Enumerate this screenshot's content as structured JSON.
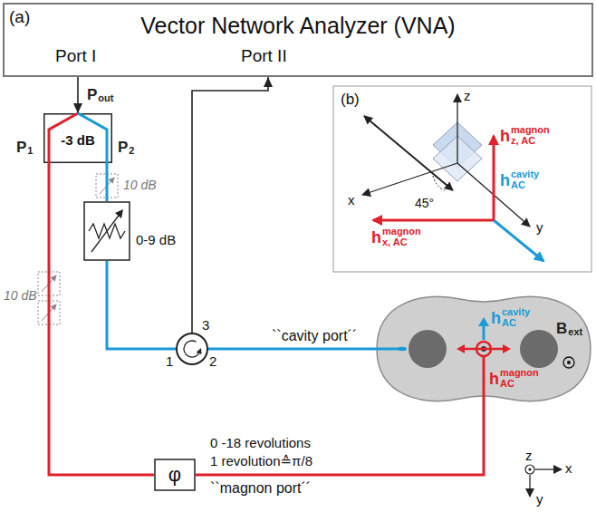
{
  "diagram": {
    "nodes": [
      {
        "text": [
          "Vector Network Analyzer (VNA)",
          "Port I",
          "Port II"
        ]
      },
      {
        "text": [
          "-3 dB"
        ]
      },
      {
        "text": [
          "0-9 dB"
        ]
      },
      {
        "text": [
          "1",
          "2",
          "3"
        ]
      },
      {
        "text": [
          "φ"
        ]
      },
      {
        "text": [
          "``cavity port´´"
        ]
      }
    ],
    "edges": [
      {
        "from": 0,
        "to": 1,
        "arrow": "to"
      },
      {
        "from": 1,
        "to": 2,
        "arrow": "none"
      },
      {
        "from": 2,
        "to": 3,
        "arrow": "none"
      },
      {
        "from": 3,
        "to": 5,
        "arrow": "none"
      },
      {
        "from": 3,
        "to": 0,
        "arrow": "to"
      },
      {
        "from": 1,
        "to": 4,
        "arrow": "none"
      },
      {
        "from": 4,
        "to": 5,
        "arrow": "none",
        "label": "``magnon port´´"
      }
    ],
    "labels": [
      "(a)",
      "P",
      "out",
      "P",
      "1",
      "P",
      "2",
      "10 dB",
      "10 dB",
      "0 -18 revolutions",
      "1 revolution≙π/8",
      "h",
      "cavity",
      "AC",
      "h",
      "magnon",
      "AC",
      "B",
      "ext",
      "z",
      "x",
      "y",
      "(b)",
      "z",
      "x",
      "y",
      "45°",
      "h",
      "magnon",
      "z, AC",
      "h",
      "magnon",
      "x, AC",
      "h",
      "cavity",
      "AC"
    ]
  }
}
